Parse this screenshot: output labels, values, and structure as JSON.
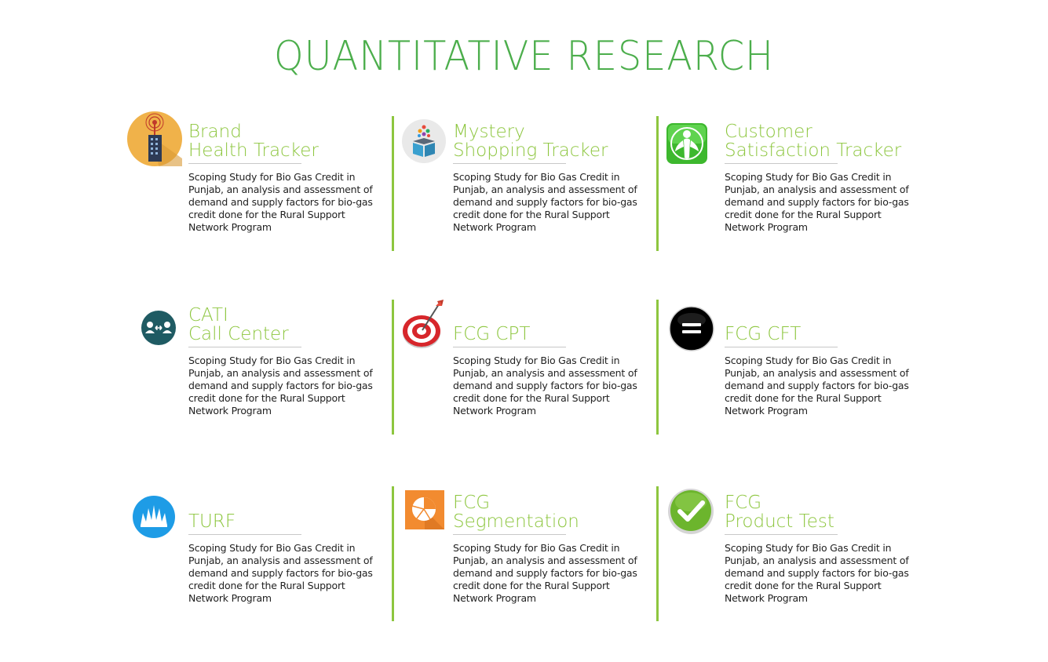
{
  "title": "QUANTITATIVE RESEARCH",
  "cards": [
    {
      "title_line1": "Brand",
      "title_line2": "Health Tracker",
      "icon": "radio-tower-icon",
      "description": "Scoping Study for Bio Gas Credit in Punjab, an analysis and assessment of demand and supply factors for bio-gas credit done for the Rural Support Network Program"
    },
    {
      "title_line1": "Mystery",
      "title_line2": "Shopping Tracker",
      "icon": "gift-box-icon",
      "description": "Scoping Study for Bio Gas Credit in Punjab, an analysis and assessment of demand and supply factors for bio-gas credit done for the Rural Support Network Program"
    },
    {
      "title_line1": "Customer",
      "title_line2": "Satisfaction Tracker",
      "icon": "person-icon",
      "description": "Scoping Study for Bio Gas Credit in Punjab, an analysis and assessment of demand and supply factors for bio-gas credit done for the Rural Support Network Program"
    },
    {
      "title_line1": "CATI",
      "title_line2": "Call Center",
      "icon": "people-exchange-icon",
      "description": "Scoping Study for Bio Gas Credit in Punjab, an analysis and assessment of demand and supply factors for bio-gas credit done for the Rural Support Network Program"
    },
    {
      "title_line1": "",
      "title_line2": "FCG CPT",
      "icon": "target-dart-icon",
      "description": "Scoping Study for Bio Gas Credit in Punjab, an analysis and assessment of demand and supply factors for bio-gas credit done for the Rural Support Network Program"
    },
    {
      "title_line1": "",
      "title_line2": "FCG CFT",
      "icon": "equals-icon",
      "description": "Scoping Study for Bio Gas Credit in Punjab, an analysis and assessment of demand and supply factors for bio-gas credit done for the Rural Support Network Program"
    },
    {
      "title_line1": "",
      "title_line2": "TURF",
      "icon": "grass-icon",
      "description": "Scoping Study for Bio Gas Credit in Punjab, an analysis and assessment of demand and supply factors for bio-gas credit done for the Rural Support Network Program"
    },
    {
      "title_line1": "FCG",
      "title_line2": "Segmentation",
      "icon": "pie-chart-icon",
      "description": "Scoping Study for Bio Gas Credit in Punjab, an analysis and assessment of demand and supply factors for bio-gas credit done for the Rural Support Network Program"
    },
    {
      "title_line1": "FCG",
      "title_line2": "Product Test",
      "icon": "checkmark-icon",
      "description": "Scoping Study for Bio Gas Credit in Punjab, an analysis and assessment of demand and supply factors for bio-gas credit done for the Rural Support Network Program"
    }
  ],
  "colors": {
    "title": "#4cae4c",
    "card_title": "#8dc63f",
    "divider": "#8dc63f",
    "text": "#222222"
  }
}
